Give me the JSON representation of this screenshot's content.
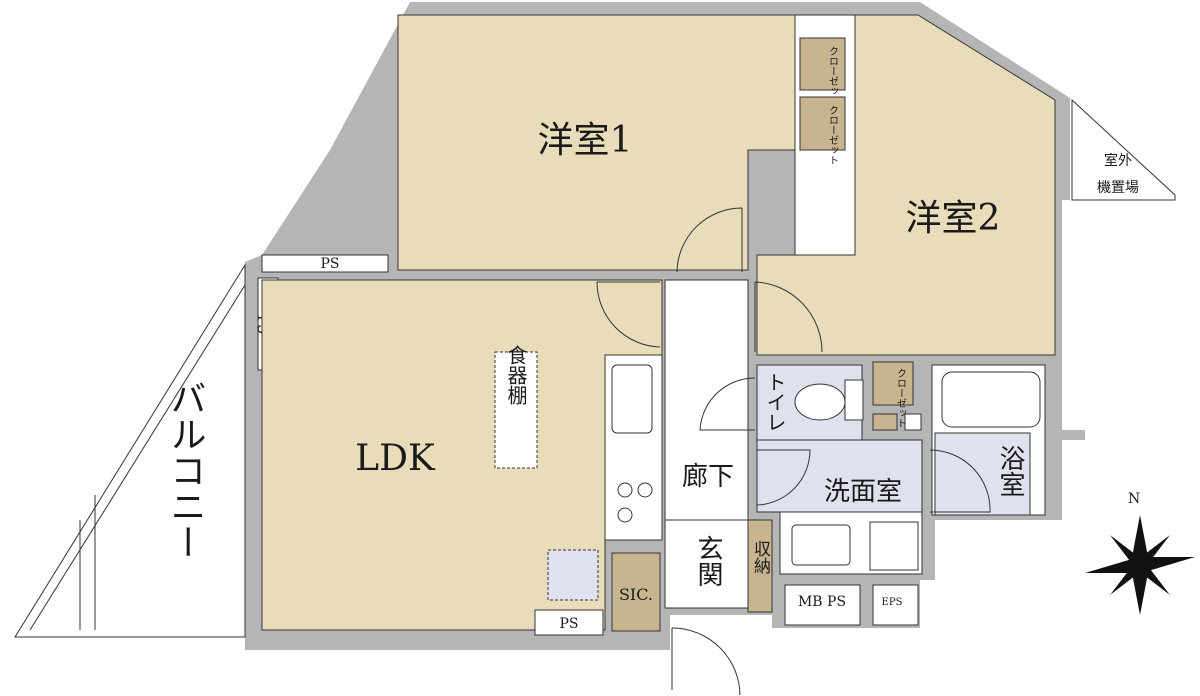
{
  "title": "Floor plan",
  "colors": {
    "wall": "#b5b5b5",
    "room": "#e9dcba",
    "wet": "#dfe2ee",
    "storage": "#c8b48f",
    "line": "#333333"
  },
  "rooms": {
    "western1": "洋室1",
    "western2": "洋室2",
    "ldk": "LDK",
    "balcony": "バルコニー",
    "corridor": "廊下",
    "entrance": "玄関",
    "toilet": "トイレ",
    "washroom": "洗面室",
    "bathroom": "浴室",
    "outdoor_unit": [
      "室外",
      "機置場"
    ],
    "storage": "収納",
    "sic": "SIC.",
    "dish_shelf": "食器棚",
    "closet": "クローゼット"
  },
  "labels": {
    "ps": "PS",
    "mbps": "MB PS",
    "eps": "EPS",
    "north": "N"
  }
}
